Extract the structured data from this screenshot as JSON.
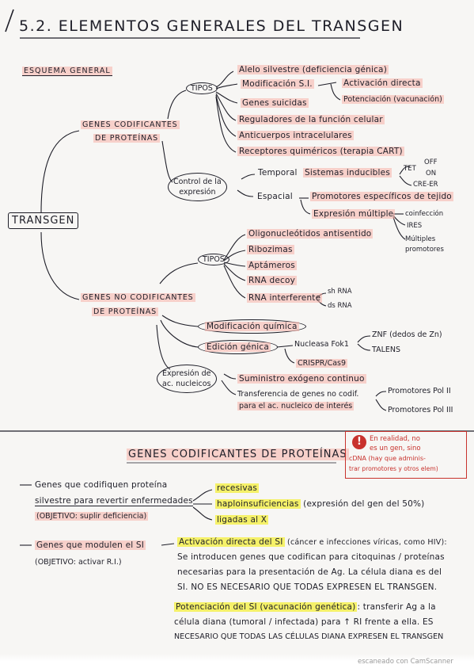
{
  "title": "5.2. ELEMENTOS GENERALES DEL TRANSGEN",
  "scheme_title": "ESQUEMA GENERAL",
  "root": "TRANSGEN",
  "coding": {
    "label_1": "GENES CODIFICANTES",
    "label_2": "DE PROTEÍNAS",
    "tipos": "TIPOS",
    "tipos_items": [
      "Alelo silvestre (deficiencia génica)",
      "Modificación S.I.",
      "Genes suicidas",
      "Reguladores de la función celular",
      "Anticuerpos intracelulares",
      "Receptores quiméricos (terapia CART)"
    ],
    "mod_sub": [
      "Activación directa",
      "Potenciación (vacunación)"
    ],
    "control_1": "Control de la",
    "control_2": "expresión",
    "temporal": "Temporal",
    "sist_induc": "Sistemas inducibles",
    "tet": "TET",
    "off": "OFF",
    "on": "ON",
    "cre": "CRE-ER",
    "espacial": "Espacial",
    "promotores_esp": "Promotores específicos de tejido",
    "expr_mult": "Expresión múltiple",
    "coinfeccion": "coinfección",
    "ires": "IRES",
    "mult_prom_1": "Múltiples",
    "mult_prom_2": "promotores"
  },
  "noncoding": {
    "label_1": "GENES NO CODIFICANTES",
    "label_2": "DE PROTEÍNAS",
    "tipos": "TIPOS",
    "tipos_items": [
      "Oligonucleótidos antisentido",
      "Ribozimas",
      "Aptámeros",
      "RNA decoy",
      "RNA interferente"
    ],
    "shrna": "sh RNA",
    "dsrna": "ds RNA",
    "mod_quimica": "Modificación química",
    "edicion": "Edición génica",
    "nucleasa": "Nucleasa Fok1",
    "znf": "ZNF (dedos de Zn)",
    "talens": "TALENS",
    "crispr": "CRISPR/Cas9",
    "expr_1": "Expresión de",
    "expr_2": "ac. nucleicos",
    "suministro": "Suministro exógeno continuo",
    "transf_1": "Transferencia de genes no codif.",
    "transf_2": "para el ac. nucleico de interés",
    "pol2": "Promotores Pol II",
    "pol3": "Promotores Pol III"
  },
  "section2_title": "GENES CODIFICANTES DE PROTEÍNAS",
  "note": {
    "mark": "!",
    "lines": [
      "En realidad, no",
      "es un gen, sino",
      "cDNA (hay que adminis-",
      "trar promotores y otros elem)"
    ]
  },
  "g1": {
    "line1": "Genes que codifiquen proteína",
    "line2": "silvestre para revertir enfermedades",
    "objetivo": "(OBJETIVO: suplir deficiencia)",
    "items": [
      "recesivas",
      "haploinsuficiencias",
      "(expresión del gen del 50%)",
      "ligadas al X"
    ]
  },
  "g2": {
    "line1": "Genes que modulen el SI",
    "objetivo": "(OBJETIVO: activar R.I.)",
    "act_title": "Activación directa del SI",
    "act_rest": "(cáncer e infecciones víricas, como HIV):",
    "act_lines": [
      "Se introducen genes que codifican para citoquinas / proteínas",
      "necesarias para la presentación de Ag. La célula diana es del",
      "SI. NO ES NECESARIO QUE TODAS EXPRESEN EL TRANSGEN."
    ],
    "pot_title": "Potenciación del SI (vacunación genética)",
    "pot_rest": ": transferir Ag a la",
    "pot_lines": [
      "célula diana (tumoral / infectada) para ↑ RI frente a ella. ES",
      "NECESARIO QUE TODAS LAS CÉLULAS DIANA EXPRESEN EL TRANSGEN"
    ]
  },
  "watermark": "escaneado con CamScanner"
}
